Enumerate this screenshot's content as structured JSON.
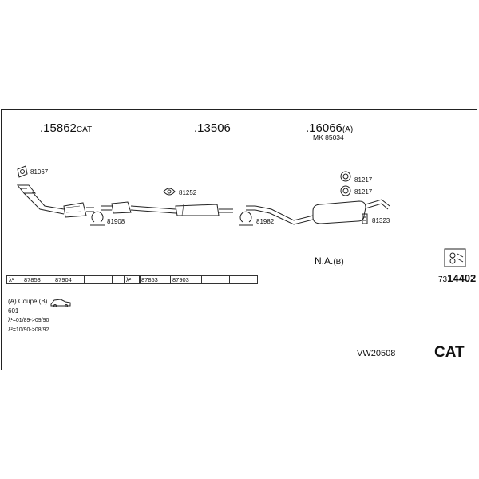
{
  "header": {
    "part1_num": ".15862",
    "part1_suffix": "CAT",
    "part2_num": ".13506",
    "part3_num": ".16066",
    "part3_suffix": "(A)",
    "part3_sub": "MK 85034"
  },
  "labels": {
    "p81067": "81067",
    "p81252": "81252",
    "p81908": "81908",
    "p81982": "81982",
    "p81217a": "81217",
    "p81217b": "81217",
    "p81323": "81323"
  },
  "na": {
    "text": "N.A.",
    "suffix": "(B)"
  },
  "table1": {
    "lambda": "λ¹",
    "cells": [
      "87853",
      "87904",
      "",
      ""
    ]
  },
  "table2": {
    "lambda": "λ²",
    "cells": [
      "87853",
      "87903",
      "",
      ""
    ]
  },
  "catalog": {
    "prefix": "73",
    "number": "14402"
  },
  "notes": {
    "line1": "(A) Coupé (B)",
    "line2": "601",
    "line3": "λ¹=01/89->09/90",
    "line4": "λ²=10/90->08/92"
  },
  "code": "VW20508",
  "cat_label": "CAT",
  "icons": [
    "car-icon",
    "clamp-icon",
    "rubber-hanger-icon",
    "gasket-icon",
    "catalytic-converter-icon",
    "muffler-icon",
    "mounting-kit-icon"
  ]
}
